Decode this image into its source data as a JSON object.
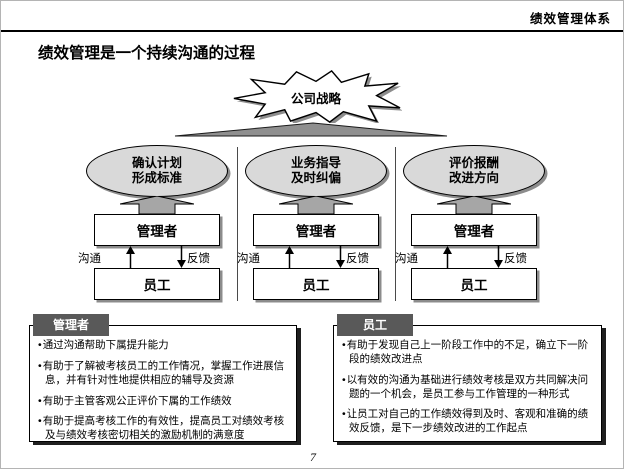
{
  "header": {
    "label": "绩效管理体系"
  },
  "title": "绩效管理是一个持续沟通的过程",
  "diagram": {
    "strategy": "公司战略",
    "columns": [
      {
        "ellipse_line1": "确认计划",
        "ellipse_line2": "形成标准",
        "manager": "管理者",
        "communicate": "沟通",
        "feedback": "反馈",
        "employee": "员工"
      },
      {
        "ellipse_line1": "业务指导",
        "ellipse_line2": "及时纠偏",
        "manager": "管理者",
        "communicate": "沟通",
        "feedback": "反馈",
        "employee": "员工"
      },
      {
        "ellipse_line1": "评价报酬",
        "ellipse_line2": "改进方向",
        "manager": "管理者",
        "communicate": "沟通",
        "feedback": "反馈",
        "employee": "员工"
      }
    ]
  },
  "panels": [
    {
      "header": "管理者",
      "bullets": [
        "通过沟通帮助下属提升能力",
        "有助于了解被考核员工的工作情况，掌握工作进展信息，并有针对性地提供相应的辅导及资源",
        "有助于主管客观公正评价下属的工作绩效",
        "有助于提高考核工作的有效性，提高员工对绩效考核及与绩效考核密切相关的激励机制的满意度"
      ]
    },
    {
      "header": "员工",
      "bullets": [
        "有助于发现自己上一阶段工作中的不足，确立下一阶段的绩效改进点",
        "以有效的沟通为基础进行绩效考核是双方共同解决问题的一个机会，是员工参与工作管理的一种形式",
        "让员工对自己的工作绩效得到及时、客观和准确的绩效反馈，是下一步绩效改进的工作起点"
      ]
    }
  ],
  "footer": {
    "page_number": "7"
  },
  "colors": {
    "ellipse_fill": "#d9d9d9",
    "arrow_fill": "#a6a6a6",
    "triangle_fill": "#8f8f8f",
    "panel_header_bg": "#595959",
    "shadow": "#8c8c8c"
  }
}
